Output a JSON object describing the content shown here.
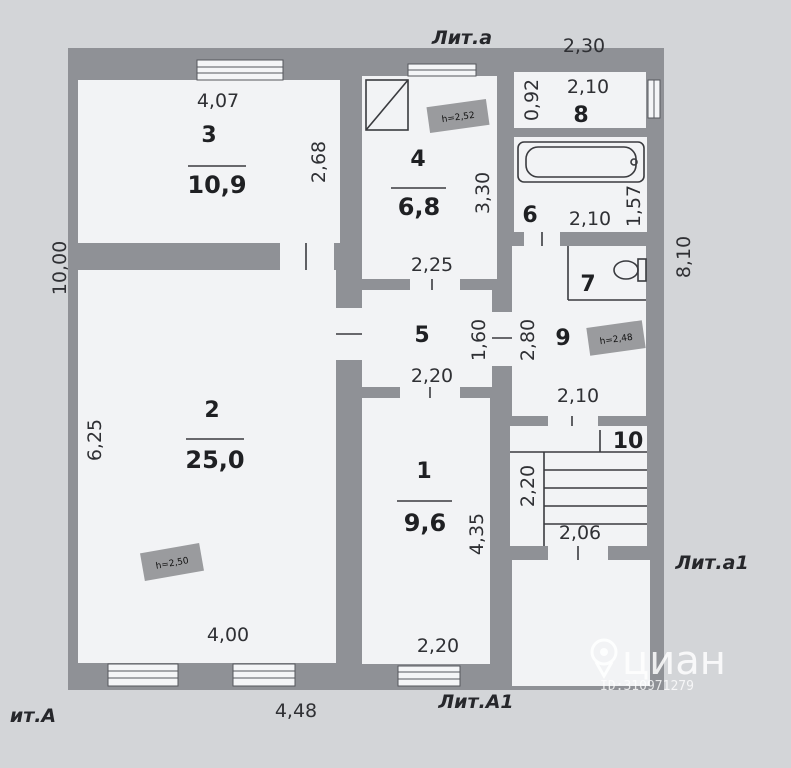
{
  "building_labels": {
    "lit_a": "Лит.а",
    "lit_a_main": "ит.А",
    "lit_a1_main": "Лит.А1",
    "lit_a1_ext": "Лит.а1"
  },
  "dimensions": {
    "top_right_width": "2,30",
    "total_height_left": "10,00",
    "total_width_bottom": "4,48",
    "right_height": "8,10",
    "left_lower_height": "6,25"
  },
  "rooms": [
    {
      "id": "1",
      "area": "9,6",
      "width": "2,20",
      "length": "4,35"
    },
    {
      "id": "2",
      "area": "25,0",
      "width": "4,00",
      "height_tag": "h=2,50"
    },
    {
      "id": "3",
      "area": "10,9",
      "width": "4,07",
      "length": "2,68"
    },
    {
      "id": "4",
      "area": "6,8",
      "width": "2,25",
      "length": "3,30",
      "height_tag": "h=2,52"
    },
    {
      "id": "5",
      "width": "2,20",
      "length": "1,60"
    },
    {
      "id": "6",
      "width": "2,10",
      "length": "1,57"
    },
    {
      "id": "7"
    },
    {
      "id": "8",
      "width": "2,10",
      "length": "0,92"
    },
    {
      "id": "9",
      "width": "2,10",
      "length": "2,80",
      "height_tag": "h=2,48"
    },
    {
      "id": "10",
      "width": "2,06",
      "length": "2,20"
    }
  ],
  "watermark": {
    "brand": "циан",
    "id_text": "ID:310971279"
  },
  "colors": {
    "wall": "#8f9196",
    "floor": "#f2f3f5",
    "paper": "#d3d5d8",
    "tag": "#9a9b9e"
  }
}
